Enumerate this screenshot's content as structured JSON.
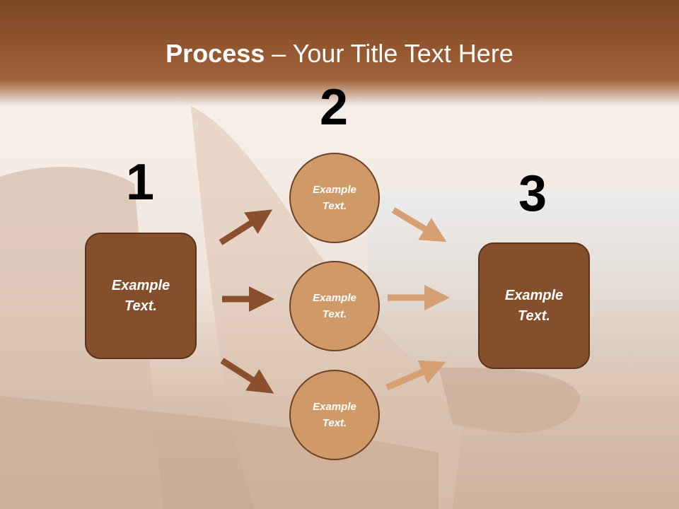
{
  "title": {
    "bold": "Process",
    "separator": " – ",
    "rest": "Your Title Text Here"
  },
  "steps": [
    {
      "number": "1",
      "label": "Example\nText."
    },
    {
      "number": "2",
      "labels": [
        "Example\nText.",
        "Example\nText.",
        "Example\nText."
      ]
    },
    {
      "number": "3",
      "label": "Example\nText."
    }
  ],
  "colors": {
    "title_bar": "#93562f",
    "box": "#854f2c",
    "circle": "#cf9a68",
    "arrow_dark": "#8a4f2c",
    "arrow_light": "#d4a074"
  }
}
